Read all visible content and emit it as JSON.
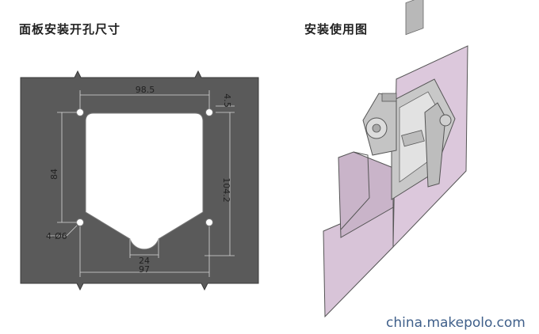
{
  "titles": {
    "panel_cutout": "面板安装开孔尺寸",
    "installation": "安装使用图"
  },
  "dimensions": {
    "width_top": "98.5",
    "hole_offset": "4.5",
    "height_left": "84",
    "height_right": "104.2",
    "holes": "4-Ø6",
    "notch": "24",
    "width_bottom": "97"
  },
  "watermark": "china.makepolo.com",
  "colors": {
    "panel": "#5a5a5a",
    "cutout": "#ffffff",
    "door": "#dcc8dc",
    "latch": "#cfcfcf"
  }
}
